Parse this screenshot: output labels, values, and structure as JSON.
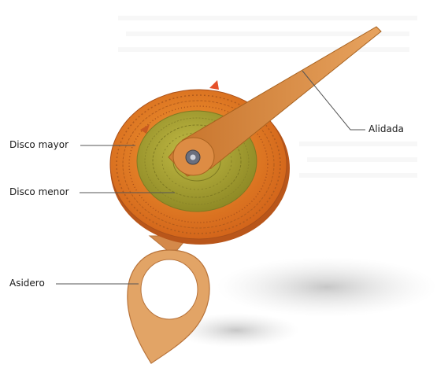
{
  "labels": {
    "disco_mayor": "Disco mayor",
    "disco_menor": "Disco menor",
    "asidero": "Asidero",
    "alidada": "Alidada"
  },
  "colors": {
    "outer_disc": "#e07a1a",
    "inner_disc": "#a8a230",
    "alidada": "#d98a3c",
    "asidero": "#e8a868",
    "leader": "#555555"
  }
}
